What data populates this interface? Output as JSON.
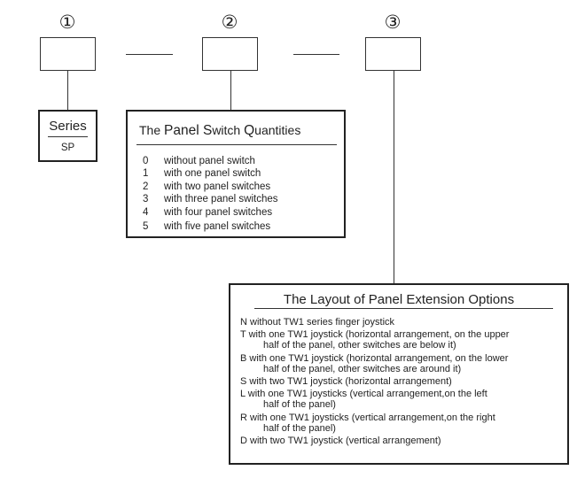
{
  "markers": [
    "①",
    "②",
    "③"
  ],
  "series": {
    "title": "Series",
    "value": "SP"
  },
  "quantities": {
    "title_parts": [
      "The ",
      "Panel S",
      "witch ",
      "Q",
      "uantities"
    ],
    "items": [
      {
        "key": "0",
        "text": "without panel switch"
      },
      {
        "key": "1",
        "text": "with one panel switch"
      },
      {
        "key": "2",
        "text": "with two panel switches"
      },
      {
        "key": "3",
        "text": "with three panel switches"
      },
      {
        "key": "4",
        "text": "with four panel switches"
      },
      {
        "key": "5",
        "text": "with five panel switches"
      }
    ]
  },
  "layout_options": {
    "title": "The Layout of Panel Extension Options",
    "items": [
      {
        "line": "N without TW1 series finger joystick",
        "cont": ""
      },
      {
        "line": "T with one TW1 joystick (horizontal arrangement, on the upper",
        "cont": "half of the panel, other switches are below it)"
      },
      {
        "line": "B with one TW1 joystick (horizontal arrangement, on the lower",
        "cont": "half of the panel, other switches are around it)"
      },
      {
        "line": "S with two TW1 joystick (horizontal arrangement)",
        "cont": ""
      },
      {
        "line": "L with one TW1 joysticks (vertical arrangement,on the left",
        "cont": "half of the panel)"
      },
      {
        "line": "R with one TW1 joysticks (vertical arrangement,on the right",
        "cont": "half of the panel)"
      },
      {
        "line": "D with two TW1 joystick (vertical arrangement)",
        "cont": ""
      }
    ]
  }
}
